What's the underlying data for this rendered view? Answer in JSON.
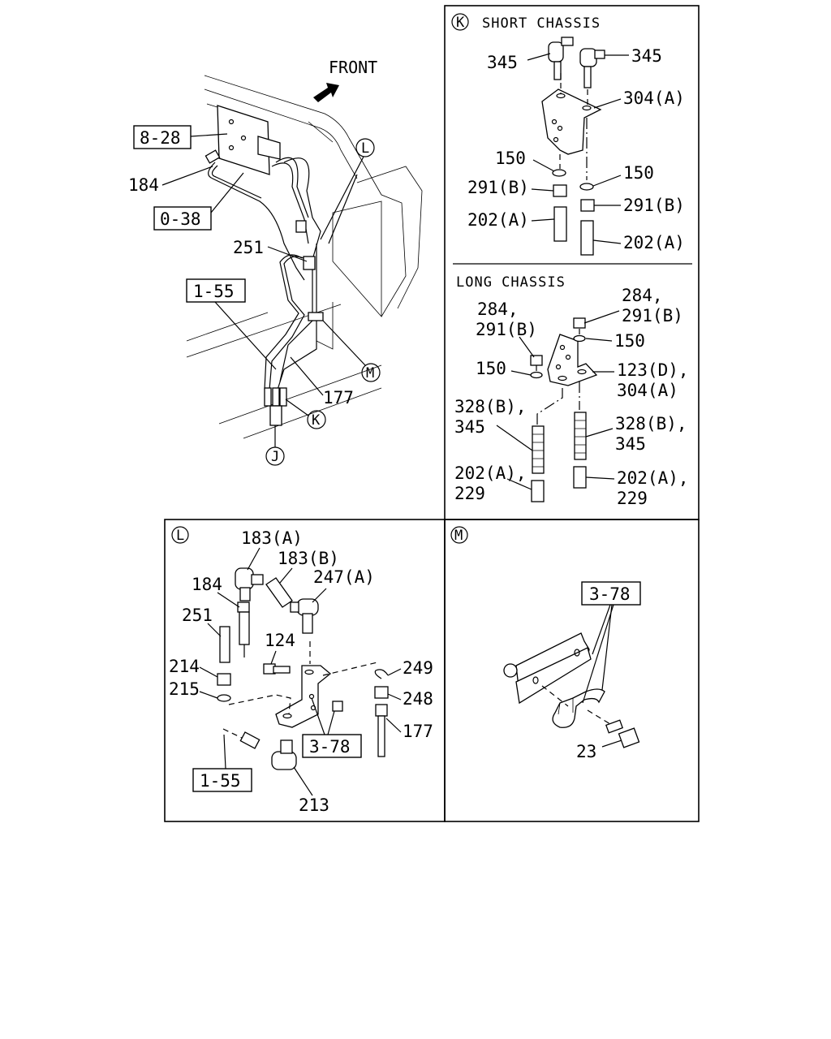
{
  "main_view": {
    "front_label": "FRONT",
    "refs": {
      "r828": "8-28",
      "r038": "0-38",
      "r155": "1-55"
    },
    "parts": {
      "p184": "184",
      "p251": "251",
      "p177": "177"
    },
    "callouts": {
      "L": "L",
      "M": "M",
      "K": "K",
      "J": "J"
    }
  },
  "panel_k": {
    "marker": "K",
    "short_title": "SHORT CHASSIS",
    "short_parts": {
      "p345_left": "345",
      "p345_right": "345",
      "p304a": "304(A)",
      "p150_left": "150",
      "p150_right": "150",
      "p291b_left": "291(B)",
      "p291b_right": "291(B)",
      "p202a_left": "202(A)",
      "p202a_right": "202(A)"
    },
    "long_title": "LONG CHASSIS",
    "long_parts": {
      "p284_left": "284,",
      "p291b_left": "291(B)",
      "p284_right": "284,",
      "p291b_right": "291(B)",
      "p150_right": "150",
      "p150_left": "150",
      "p123d": "123(D),",
      "p304a": "304(A)",
      "p328b_left": "328(B),",
      "p345_left": "345",
      "p328b_right": "328(B),",
      "p345_right": "345",
      "p202a_left": "202(A),",
      "p229_left": "229",
      "p202a_right": "202(A),",
      "p229_right": "229"
    }
  },
  "panel_l": {
    "marker": "L",
    "parts": {
      "p183a": "183(A)",
      "p183b": "183(B)",
      "p247a": "247(A)",
      "p184": "184",
      "p251": "251",
      "p124": "124",
      "p249": "249",
      "p214": "214",
      "p215": "215",
      "p248": "248",
      "p177": "177",
      "p213": "213"
    },
    "refs": {
      "r378": "3-78",
      "r155": "1-55"
    }
  },
  "panel_m": {
    "marker": "M",
    "parts": {
      "p23": "23"
    },
    "refs": {
      "r378": "3-78"
    }
  }
}
